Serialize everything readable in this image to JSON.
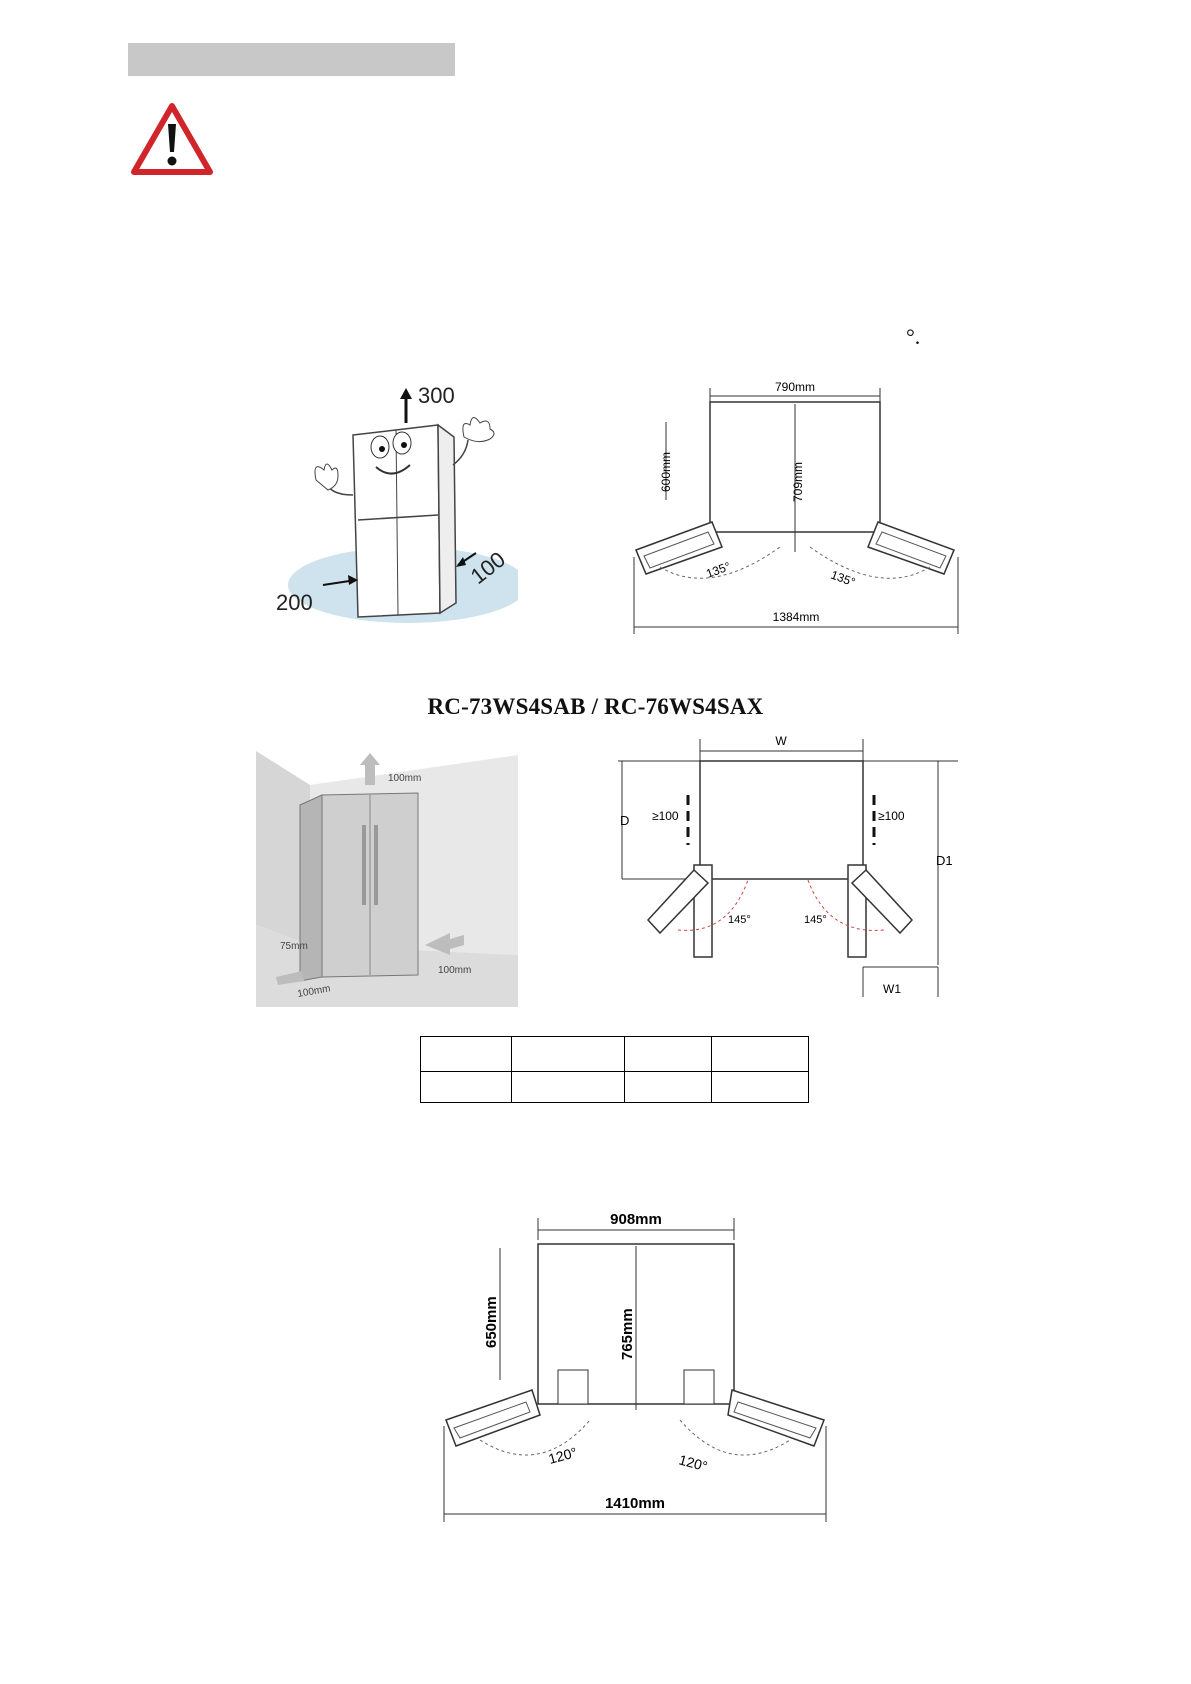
{
  "page": {
    "degree_mark": "°."
  },
  "icons": {
    "warning": "warning-triangle-icon"
  },
  "figure1": {
    "cartoon_top": "300",
    "cartoon_side": "100",
    "cartoon_left": "200",
    "plan_width": "790mm",
    "plan_depth_left": "600mm",
    "plan_depth_center": "709mm",
    "angle_left": "135°",
    "angle_right": "135°",
    "plan_total": "1384mm"
  },
  "model_title": "RC-73WS4SAB / RC-76WS4SAX",
  "figure2": {
    "room_top": "100mm",
    "room_side": "75mm",
    "room_back": "100mm",
    "room_front": "100mm",
    "plan_w": "W",
    "plan_d": "D",
    "plan_d1": "D1",
    "plan_w1": "W1",
    "gap_left": "≥100",
    "gap_right": "≥100",
    "angle_left": "145°",
    "angle_right": "145°"
  },
  "spec_table": {
    "rows": [
      [
        "",
        "",
        "",
        ""
      ],
      [
        "",
        "",
        "",
        ""
      ]
    ]
  },
  "figure3": {
    "width": "908mm",
    "depth_left": "650mm",
    "depth_center": "765mm",
    "angle_left": "120°",
    "angle_right": "120°",
    "total": "1410mm"
  }
}
